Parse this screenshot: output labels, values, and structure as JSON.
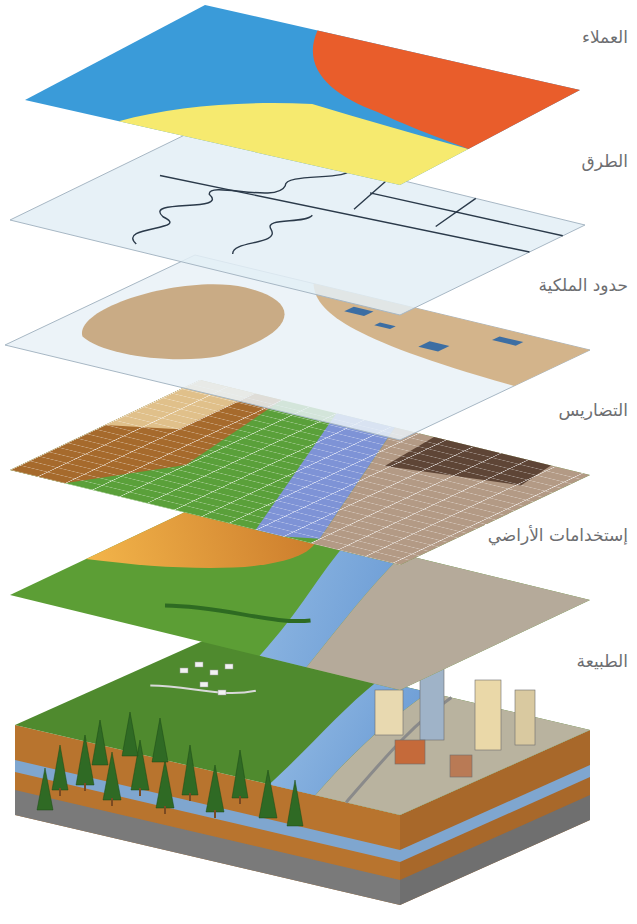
{
  "diagram": {
    "labels": [
      "العملاء",
      "الطرق",
      "حدود الملكية",
      "التضاريس",
      "إستخدامات الأراضي",
      "الطبيعة"
    ]
  }
}
